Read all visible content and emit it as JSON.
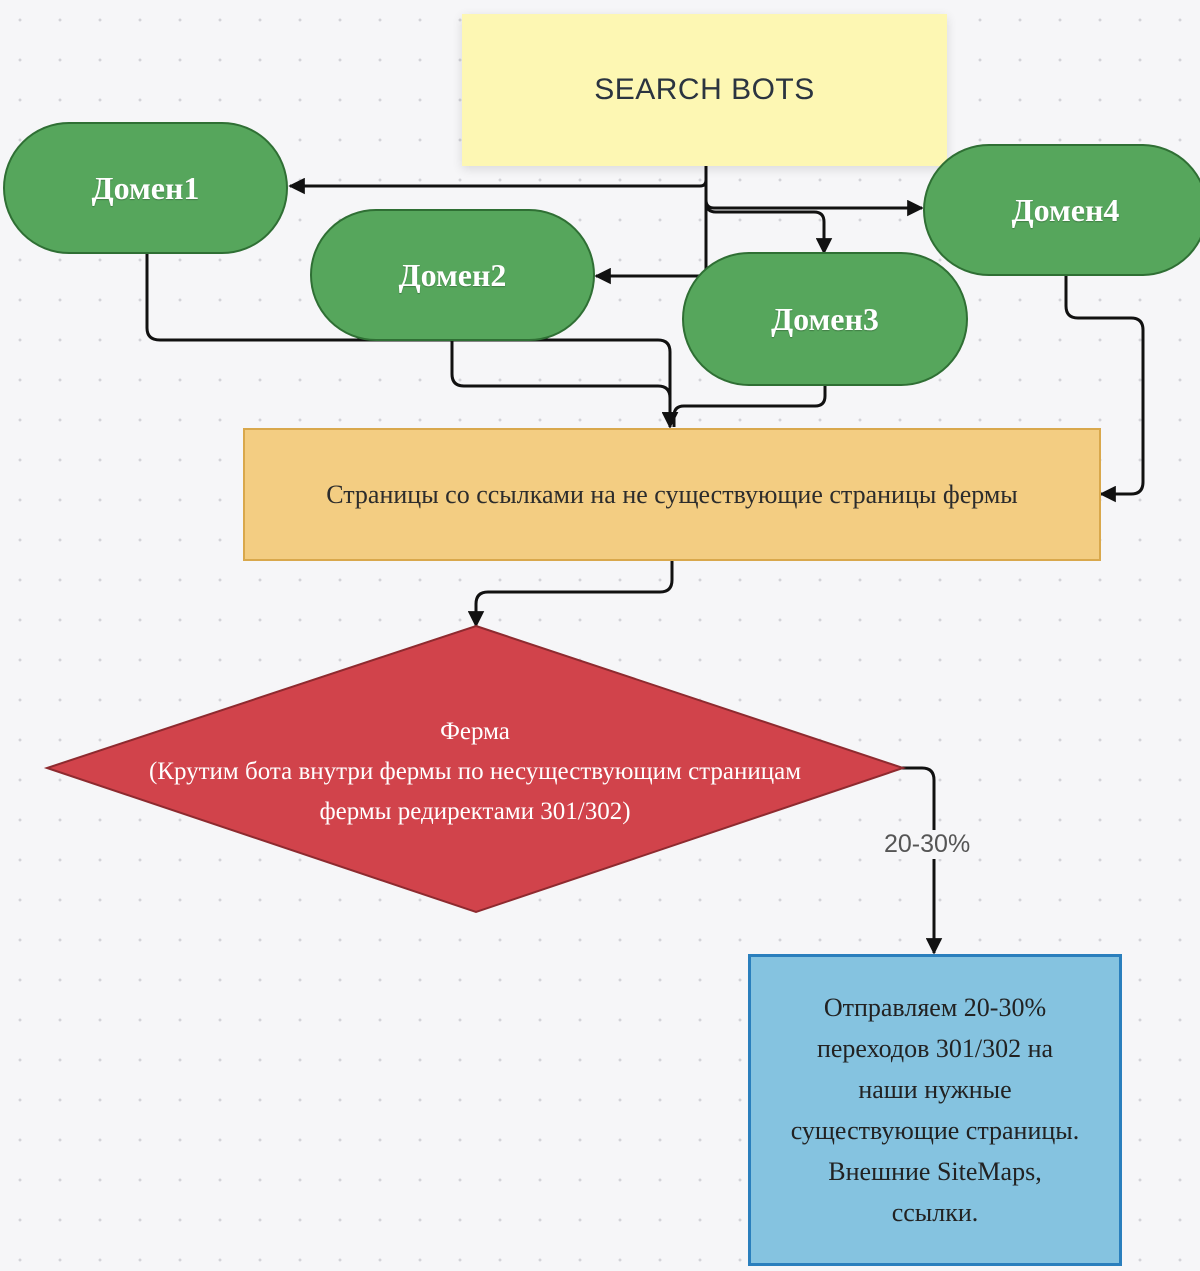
{
  "diagram": {
    "search_bots": "SEARCH BOTS",
    "domains": [
      {
        "label": "Домен1"
      },
      {
        "label": "Домен2"
      },
      {
        "label": "Домен3"
      },
      {
        "label": "Домен4"
      }
    ],
    "pages_box": "Страницы со ссылками на не существующие страницы фермы",
    "farm": {
      "title": "Ферма",
      "line1": "(Крутим бота внутри фермы по несуществующим страницам",
      "line2": "фермы редиректами 301/302)"
    },
    "edge_label": "20-30%",
    "result_lines": [
      "Отправляем 20-30%",
      "переходов 301/302 на",
      "наши нужные",
      "существующие страницы.",
      "Внешние SiteMaps,",
      "ссылки."
    ],
    "colors": {
      "search_bots_fill": "#fdf7b3",
      "domain_fill": "#56a65c",
      "pages_fill": "#f3cd82",
      "farm_fill": "#d1434b",
      "result_fill": "#85c3e0",
      "connector": "#111111"
    }
  }
}
